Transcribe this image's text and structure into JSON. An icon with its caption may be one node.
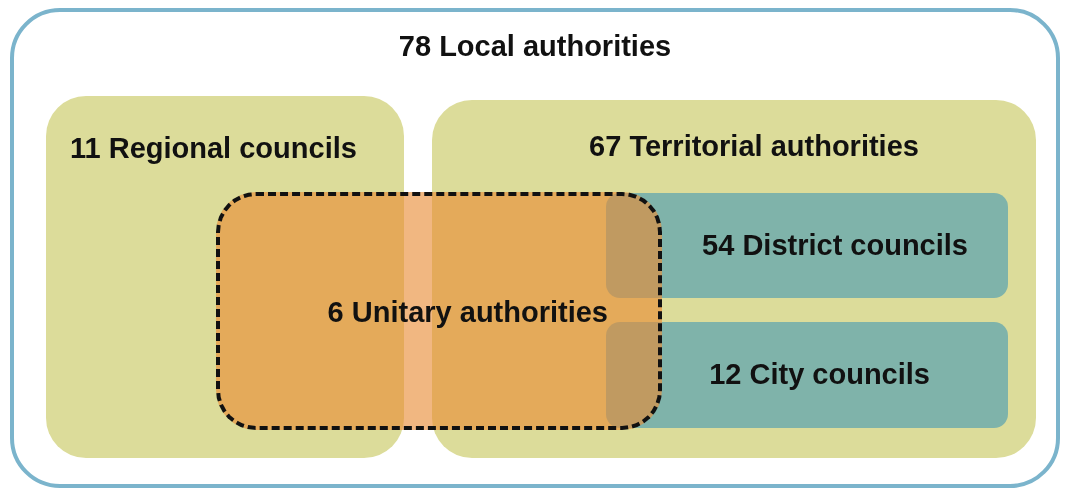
{
  "diagram": {
    "nodes": [
      {
        "text": [
          "78 Local authorities"
        ]
      },
      {
        "text": [
          "11 Regional councils"
        ],
        "in": 0
      },
      {
        "text": [
          "67 Territorial authorities"
        ],
        "in": 0
      },
      {
        "text": [
          "6 Unitary authorities"
        ],
        "in": 0
      },
      {
        "text": [
          "54 District councils"
        ],
        "in": 2
      },
      {
        "text": [
          "12 City councils"
        ],
        "in": 2
      }
    ]
  }
}
